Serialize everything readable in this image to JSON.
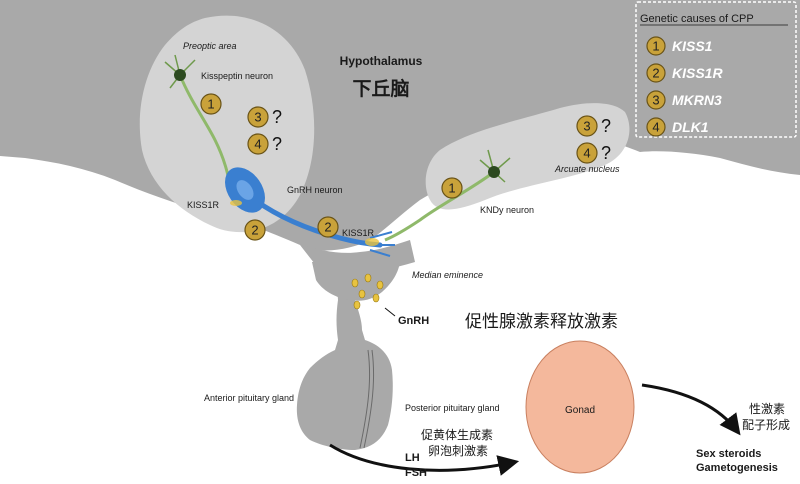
{
  "title_en": "Hypothalamus",
  "title_zh": "下丘脑",
  "legend": {
    "title": "Genetic causes of CPP",
    "items": [
      {
        "num": "1",
        "gene": "KISS1"
      },
      {
        "num": "2",
        "gene": "KISS1R"
      },
      {
        "num": "3",
        "gene": "MKRN3"
      },
      {
        "num": "4",
        "gene": "DLK1"
      }
    ]
  },
  "labels": {
    "preoptic_area": "Preoptic area",
    "kisspeptin_neuron": "Kisspeptin neuron",
    "gnrh_neuron": "GnRH neuron",
    "kiss1r_left": "KISS1R",
    "kiss1r_mid": "KISS1R",
    "kndy_neuron": "KNDy neuron",
    "arcuate_nucleus": "Arcuate nucleus",
    "median_eminence": "Median eminence",
    "gnrh": "GnRH",
    "gnrh_zh": "促性腺激素释放激素",
    "anterior_pituitary": "Anterior pituitary gland",
    "posterior_pituitary": "Posterior pituitary gland",
    "lh_fsh_zh_1": "促黄体生成素",
    "lh_fsh_zh_2": "卵泡刺激素",
    "lh": "LH",
    "fsh": "FSH",
    "gonad": "Gonad",
    "sex_zh_1": "性激素",
    "sex_zh_2": "配子形成",
    "sex_steroids": "Sex steroids",
    "gametogenesis": "Gametogenesis"
  },
  "badges": {
    "preoptic_1": "1",
    "preoptic_3": "3",
    "preoptic_4": "4",
    "left_2": "2",
    "mid_2": "2",
    "kndy_1": "1",
    "arcuate_3": "3",
    "arcuate_4": "4"
  },
  "question_mark": "?",
  "colors": {
    "tissue": "#a9a9a9",
    "region": "#d4d4d4",
    "badge": "#c9a23a",
    "badge_stroke": "#6a5418",
    "gonad": "#f4b89c",
    "gnrh_neuron": "#3a7fd0",
    "kiss_neuron": "#8fb96a",
    "granules": "#e8c340"
  }
}
